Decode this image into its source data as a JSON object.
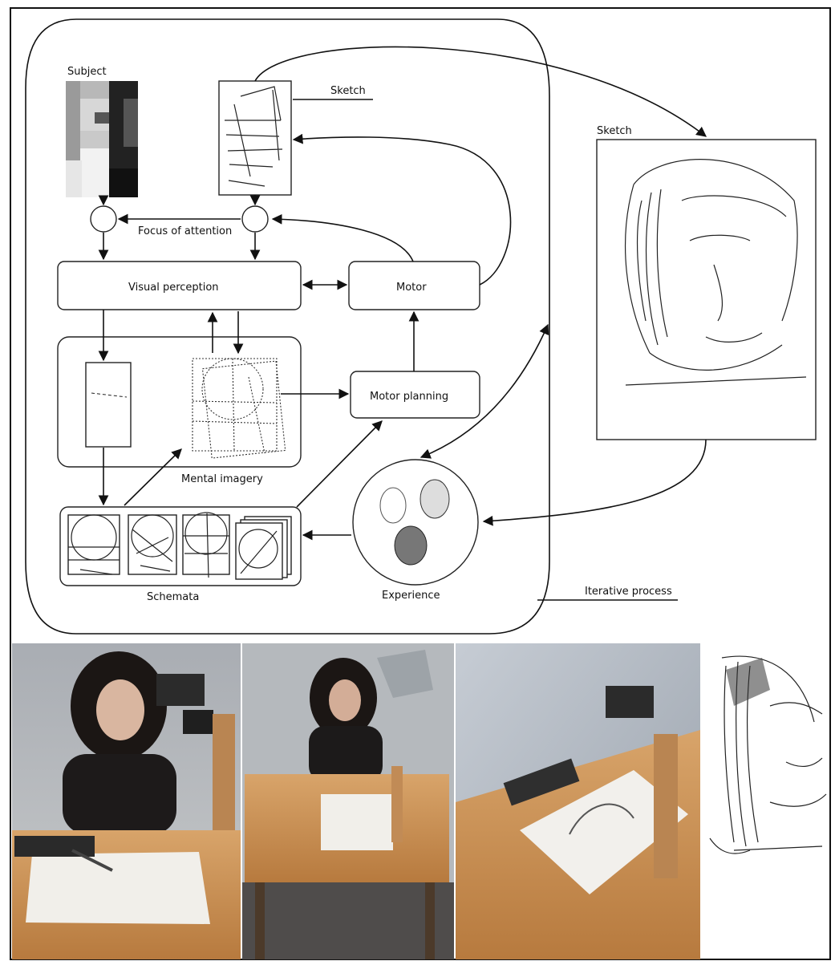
{
  "diagram": {
    "labels": {
      "subject": "Subject",
      "sketch_small": "Sketch",
      "sketch_large": "Sketch",
      "focus": "Focus of attention",
      "visual": "Visual perception",
      "motor": "Motor",
      "motor_planning": "Motor planning",
      "mental": "Mental imagery",
      "schemata": "Schemata",
      "experience": "Experience",
      "iterative": "Iterative process"
    }
  },
  "photos": {
    "panel_count": 4
  }
}
